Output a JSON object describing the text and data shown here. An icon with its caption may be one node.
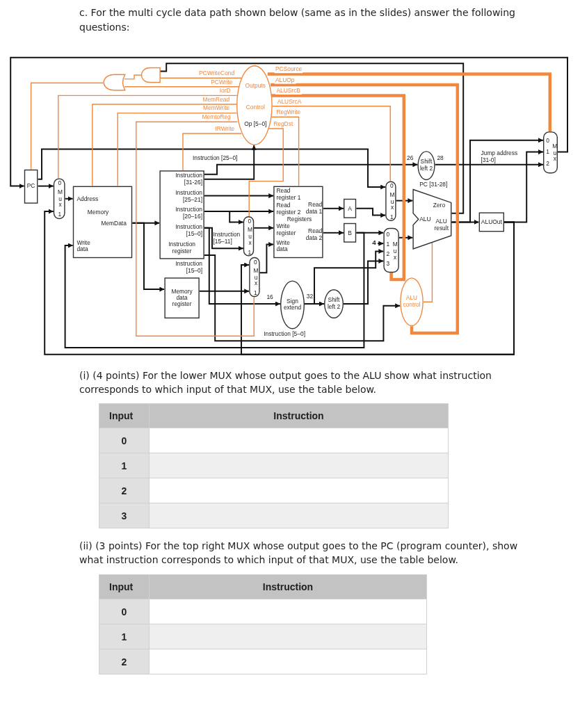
{
  "diagram": {
    "title": "c. For the multi cycle data path shown below (same as in the slides) answer the following questions:",
    "nodes": [
      {
        "text": [
          "Outputs",
          "Control",
          "Op [5–0]"
        ]
      },
      {
        "text": [],
        "shape": "gate"
      },
      {
        "text": [],
        "shape": "gate"
      },
      {
        "text": [
          "PC"
        ]
      },
      {
        "text": [
          "0",
          "M u x",
          "1"
        ]
      },
      {
        "text": [
          "Address",
          "Memory",
          "MemData",
          "Write data"
        ]
      },
      {
        "text": [
          "Instruction [31-26]",
          "Instruction [25–21]",
          "Instruction [20–16]",
          "Instruction [15–0]",
          "Instruction register"
        ]
      },
      {
        "text": [
          "Memory data register"
        ]
      },
      {
        "text": [
          "0",
          "M u x",
          "1"
        ]
      },
      {
        "text": [
          "0",
          "M u x",
          "1"
        ]
      },
      {
        "text": [
          "Read register 1",
          "Read register 2",
          "Registers",
          "Write register",
          "Write data",
          "Read data 1",
          "Read data 2"
        ]
      },
      {
        "text": [
          "Sign extend"
        ]
      },
      {
        "text": [
          "Shift left 2"
        ]
      },
      {
        "text": [
          "A"
        ]
      },
      {
        "text": [
          "B"
        ]
      },
      {
        "text": [
          "0",
          "M u x",
          "1"
        ]
      },
      {
        "text": [
          "0",
          "1",
          "2",
          "3",
          "M u x"
        ]
      },
      {
        "text": [
          "ALU",
          "Zero",
          "ALU result"
        ]
      },
      {
        "text": [
          "ALUOut"
        ]
      },
      {
        "text": [
          "ALU control"
        ]
      },
      {
        "text": [
          "Shift left 2"
        ]
      },
      {
        "text": [
          "0",
          "1",
          "2",
          "M u x"
        ]
      },
      {
        "text": [
          "4"
        ]
      }
    ],
    "edges": [
      {
        "from": 3,
        "to": 4,
        "arrow": "to"
      },
      {
        "from": 21,
        "to": 3,
        "arrow": "to"
      },
      {
        "from": 4,
        "to": 5,
        "arrow": "to"
      },
      {
        "from": 5,
        "to": 6,
        "arrow": "to"
      },
      {
        "from": 5,
        "to": 7,
        "arrow": "to"
      },
      {
        "from": 6,
        "to": 0,
        "arrow": "to"
      },
      {
        "from": 6,
        "to": 10,
        "arrow": "to"
      },
      {
        "from": 6,
        "to": 10,
        "arrow": "to"
      },
      {
        "from": 6,
        "to": 8,
        "arrow": "to"
      },
      {
        "from": 6,
        "to": 8,
        "arrow": "to"
      },
      {
        "from": 6,
        "to": 11,
        "arrow": "to"
      },
      {
        "from": 6,
        "to": 20,
        "arrow": "to"
      },
      {
        "from": 8,
        "to": 10,
        "arrow": "to"
      },
      {
        "from": 9,
        "to": 10,
        "arrow": "to"
      },
      {
        "from": 7,
        "to": 9,
        "arrow": "to"
      },
      {
        "from": 10,
        "to": 13,
        "arrow": "to"
      },
      {
        "from": 10,
        "to": 14,
        "arrow": "to"
      },
      {
        "from": 13,
        "to": 15,
        "arrow": "to"
      },
      {
        "from": 14,
        "to": 16,
        "arrow": "to"
      },
      {
        "from": 22,
        "to": 16,
        "arrow": "to"
      },
      {
        "from": 11,
        "to": 16,
        "arrow": "to"
      },
      {
        "from": 11,
        "to": 12,
        "arrow": "to"
      },
      {
        "from": 12,
        "to": 16,
        "arrow": "to"
      },
      {
        "from": 3,
        "to": 15,
        "arrow": "to"
      },
      {
        "from": 15,
        "to": 17,
        "arrow": "to"
      },
      {
        "from": 16,
        "to": 17,
        "arrow": "to"
      },
      {
        "from": 17,
        "to": 18,
        "arrow": "to"
      },
      {
        "from": 17,
        "to": 21,
        "arrow": "to"
      },
      {
        "from": 18,
        "to": 21,
        "arrow": "to"
      },
      {
        "from": 20,
        "to": 21,
        "arrow": "to"
      },
      {
        "from": 18,
        "to": 4,
        "arrow": "to"
      },
      {
        "from": 14,
        "to": 5,
        "arrow": "to"
      },
      {
        "from": 18,
        "to": 9,
        "arrow": "to"
      },
      {
        "from": 19,
        "to": 17,
        "arrow": "none",
        "color": "#f0883e"
      },
      {
        "from": 6,
        "to": 19,
        "arrow": "to"
      },
      {
        "from": 17,
        "to": 2,
        "arrow": "none"
      },
      {
        "from": 2,
        "to": 1,
        "arrow": "none",
        "color": "#f0883e"
      },
      {
        "from": 1,
        "to": 3,
        "arrow": "none",
        "color": "#f0883e"
      },
      {
        "from": 0,
        "to": 2,
        "arrow": "none",
        "color": "#f0883e",
        "label": "PCWriteCond"
      },
      {
        "from": 0,
        "to": 1,
        "arrow": "none",
        "color": "#f0883e",
        "label": "PCWrite"
      },
      {
        "from": 0,
        "to": 4,
        "arrow": "none",
        "color": "#f0883e",
        "label": "IorD"
      },
      {
        "from": 0,
        "to": 5,
        "arrow": "none",
        "color": "#f0883e",
        "label": "MemRead"
      },
      {
        "from": 0,
        "to": 5,
        "arrow": "none",
        "color": "#f0883e",
        "label": "MemWrite"
      },
      {
        "from": 0,
        "to": 9,
        "arrow": "none",
        "color": "#f0883e",
        "label": "MemtoReg"
      },
      {
        "from": 0,
        "to": 6,
        "arrow": "none",
        "color": "#f0883e",
        "label": "IRWrite"
      },
      {
        "from": 0,
        "to": 21,
        "arrow": "none",
        "color": "#f0883e",
        "style": "thick",
        "label": "PCSource"
      },
      {
        "from": 0,
        "to": 19,
        "arrow": "none",
        "color": "#f0883e",
        "style": "thick",
        "label": "ALUOp"
      },
      {
        "from": 0,
        "to": 16,
        "arrow": "none",
        "color": "#f0883e",
        "style": "thick",
        "label": "ALUSrcB"
      },
      {
        "from": 0,
        "to": 15,
        "arrow": "none",
        "color": "#f0883e",
        "label": "ALUSrcA"
      },
      {
        "from": 0,
        "to": 10,
        "arrow": "none",
        "color": "#f0883e",
        "label": "RegWrite"
      },
      {
        "from": 0,
        "to": 8,
        "arrow": "none",
        "color": "#f0883e",
        "label": "RegDst"
      }
    ],
    "labels": [
      "Instruction [25–0]",
      "26",
      "28",
      "Jump address [31-0]",
      "PC [31-28]",
      "Instruction [15–11]",
      "Instruction [15–0]",
      "16",
      "32",
      "Instruction [5–0]",
      "(i) (4 points) For the lower MUX whose output goes to the ALU show what instruction corresponds to which input of that MUX, use the table below.",
      "Input",
      "Instruction",
      "0",
      "1",
      "2",
      "3",
      "(ii) (3 points) For the top right MUX whose output goes to the PC (program counter), show what instruction corresponds to which input of that MUX, use the table below.",
      "Input",
      "Instruction",
      "0",
      "1",
      "2"
    ]
  }
}
